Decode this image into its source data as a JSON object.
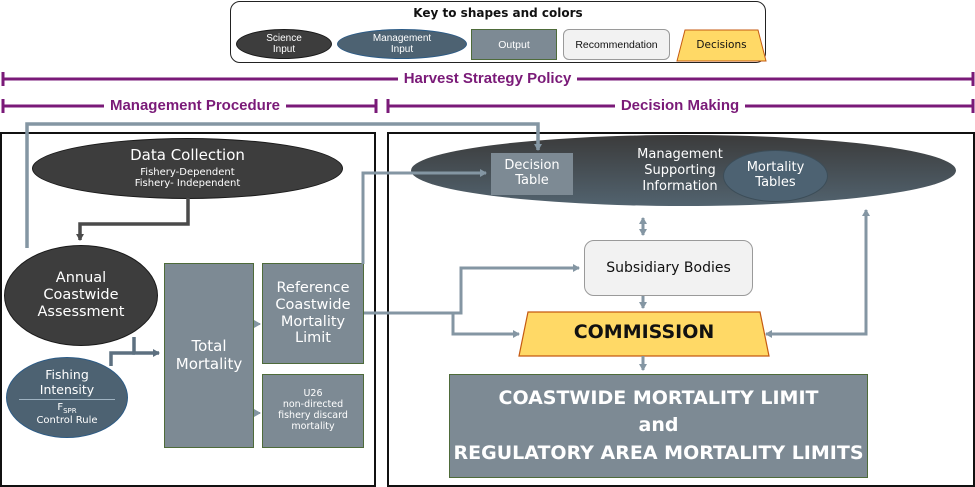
{
  "legend": {
    "title": "Key to shapes and colors",
    "items": [
      {
        "key": "science_input",
        "line1": "Science",
        "line2": "Input"
      },
      {
        "key": "management_input",
        "line1": "Management",
        "line2": "Input"
      },
      {
        "key": "output",
        "label": "Output"
      },
      {
        "key": "recommendation",
        "label": "Recommendation"
      },
      {
        "key": "decisions",
        "label": "Decisions"
      }
    ]
  },
  "timeline": {
    "harvest_strategy_policy": "Harvest Strategy Policy",
    "management_procedure": "Management Procedure",
    "decision_making": "Decision Making"
  },
  "management_procedure": {
    "data_collection": {
      "title": "Data Collection",
      "sub1": "Fishery-Dependent",
      "sub2": "Fishery- Independent"
    },
    "assessment": {
      "line1": "Annual",
      "line2": "Coastwide",
      "line3": "Assessment"
    },
    "fishing_intensity": {
      "line1": "Fishing",
      "line2": "Intensity",
      "f_main": "F",
      "f_sub": "SPR",
      "rule": "Control Rule"
    },
    "total_mortality": {
      "line1": "Total",
      "line2": "Mortality"
    },
    "reference_limit": {
      "line1": "Reference",
      "line2": "Coastwide",
      "line3": "Mortality",
      "line4": "Limit"
    },
    "u26": {
      "line1": "U26",
      "line2": "non-directed",
      "line3": "fishery discard",
      "line4": "mortality"
    }
  },
  "decision_making": {
    "supporting_info": {
      "line1": "Management",
      "line2": "Supporting",
      "line3": "Information"
    },
    "decision_table": {
      "line1": "Decision",
      "line2": "Table"
    },
    "mortality_tables": {
      "line1": "Mortality",
      "line2": "Tables"
    },
    "subsidiary_bodies": "Subsidiary Bodies",
    "commission": "COMMISSION",
    "final_output": {
      "line1": "COASTWIDE MORTALITY LIMIT",
      "line2": "and",
      "line3": "REGULATORY AREA MORTALITY LIMITS"
    }
  },
  "colors": {
    "science_input": "#3d3d3d",
    "management_input": "#4d6272",
    "output": "#7d8a94",
    "recommendation": "#f2f2f2",
    "decisions": "#ffd966",
    "timeline": "#7a1a78",
    "connector": "#8496a3"
  }
}
